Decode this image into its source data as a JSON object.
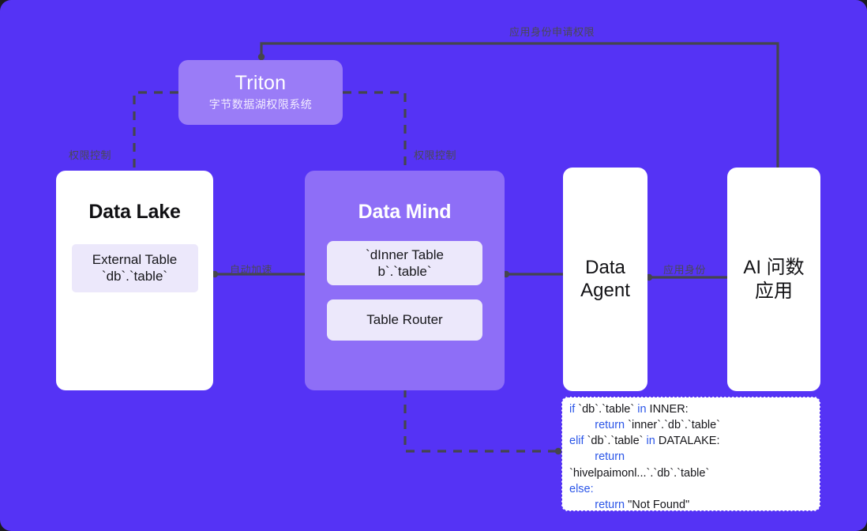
{
  "diagram": {
    "background_color": "#5533f5",
    "nodes": {
      "triton": {
        "title": "Triton",
        "subtitle": "字节数据湖权限系统",
        "color": "#9a7cf7"
      },
      "data_lake": {
        "title": "Data Lake",
        "chip": "External Table\n`db`.`table`",
        "color": "#ffffff"
      },
      "data_mind": {
        "title": "Data Mind",
        "inner_table": "`dInner Table\nb`.`table`",
        "table_router": "Table Router",
        "color": "#8e6ef7"
      },
      "data_agent": {
        "title": "Data\nAgent",
        "color": "#ffffff"
      },
      "ai_app": {
        "title": "AI 问数\n应用",
        "color": "#ffffff"
      }
    },
    "edge_labels": {
      "apply_permission": "应用身份申请权限",
      "permission_control_left": "权限控制",
      "permission_control_right": "权限控制",
      "auto_acceleration": "自动加速",
      "app_identity": "应用身份"
    },
    "code_block": {
      "keyword_color": "#2b56e8",
      "lines": [
        [
          {
            "t": "if",
            "k": true
          },
          {
            "t": " `db`.`table` ",
            "k": false
          },
          {
            "t": "in",
            "k": true
          },
          {
            "t": " INNER:",
            "k": false
          }
        ],
        [
          {
            "t": "        ",
            "k": false
          },
          {
            "t": "return",
            "k": true
          },
          {
            "t": " `inner`.`db`.`table`",
            "k": false
          }
        ],
        [
          {
            "t": "elif",
            "k": true
          },
          {
            "t": " `db`.`table` ",
            "k": false
          },
          {
            "t": "in",
            "k": true
          },
          {
            "t": " DATALAKE:",
            "k": false
          }
        ],
        [
          {
            "t": "        ",
            "k": false
          },
          {
            "t": "return",
            "k": true
          }
        ],
        [
          {
            "t": "`hivelpaimonl...`.`db`.`table`",
            "k": false
          }
        ],
        [
          {
            "t": "else:",
            "k": true
          }
        ],
        [
          {
            "t": "        ",
            "k": false
          },
          {
            "t": "return",
            "k": true
          },
          {
            "t": " \"Not Found\"",
            "k": false
          }
        ]
      ]
    }
  }
}
